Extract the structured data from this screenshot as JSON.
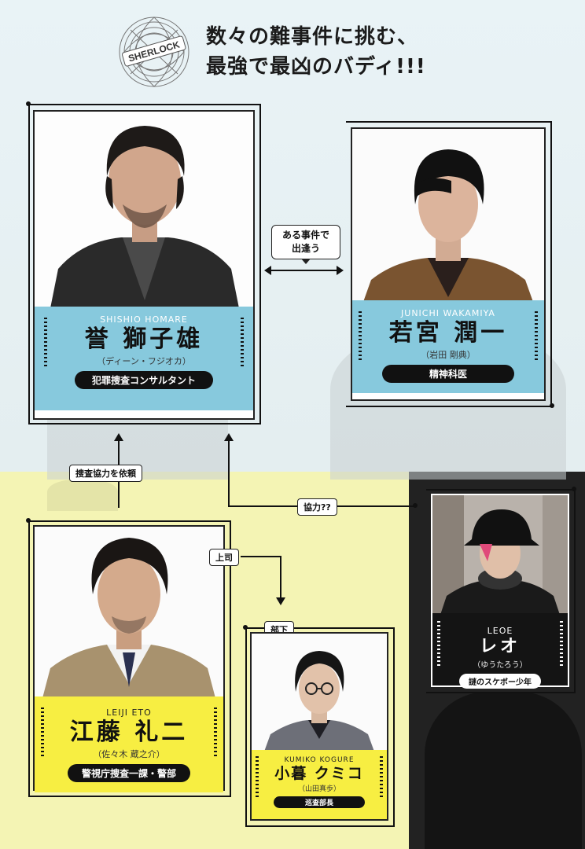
{
  "header": {
    "logo_text": "SHERLOCK",
    "tagline_line1": "数々の難事件に挑む、",
    "tagline_line2": "最強で最凶のバディ!!!"
  },
  "relations": {
    "meet": "ある事件で\n出逢う",
    "request": "捜査協力を依頼",
    "cooperate": "協力??",
    "boss": "上司",
    "subordinate": "部下"
  },
  "characters": [
    {
      "name_en": "SHISHIO HOMARE",
      "name_jp": "誉 獅子雄",
      "actor": "（ディーン・フジオカ）",
      "role": "犯罪捜査コンサルタント"
    },
    {
      "name_en": "JUNICHI WAKAMIYA",
      "name_jp": "若宮 潤一",
      "actor": "（岩田 剛典）",
      "role": "精神科医"
    },
    {
      "name_en": "LEOE",
      "name_jp": "レオ",
      "actor": "（ゆうたろう）",
      "role": "謎のスケボー少年"
    },
    {
      "name_en": "LEIJI ETO",
      "name_jp": "江藤 礼二",
      "actor": "（佐々木 蔵之介）",
      "role": "警視庁捜査一課・警部"
    },
    {
      "name_en": "KUMIKO KOGURE",
      "name_jp": "小暮 クミコ",
      "actor": "（山田真歩）",
      "role": "巡査部長"
    }
  ],
  "colors": {
    "blue_plate": "#87c9dd",
    "yellow_plate": "#f7ee42",
    "yellow_bg": "#f4f4b4",
    "dark_bg": "#222222"
  }
}
